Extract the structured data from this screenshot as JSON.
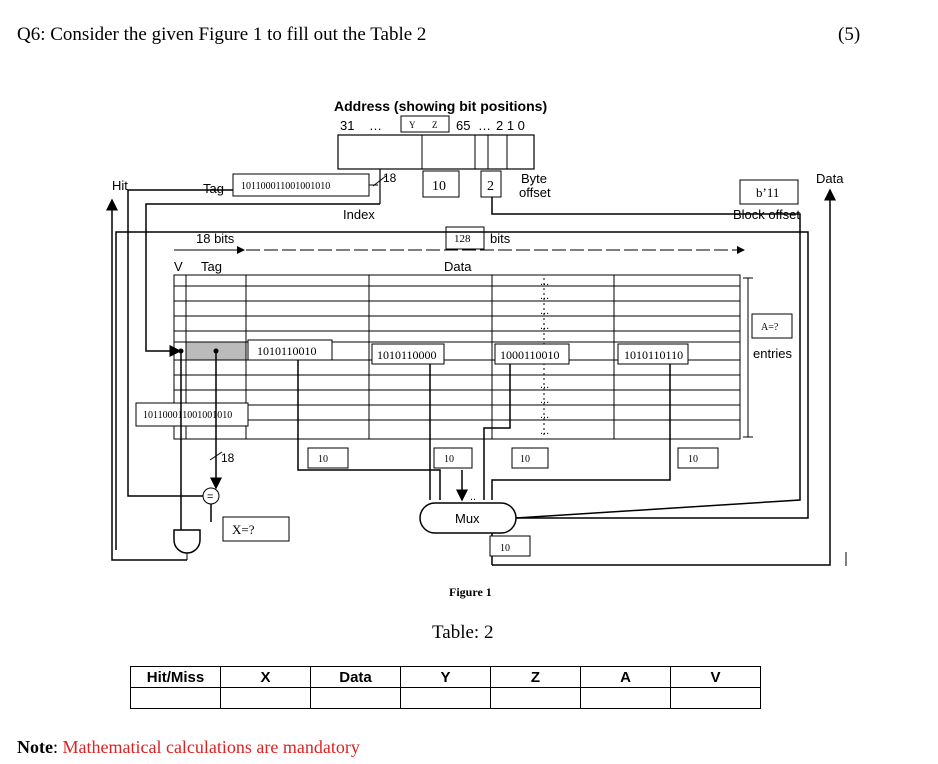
{
  "question": {
    "title": "Q6: Consider the given Figure 1 to fill out the Table 2",
    "marks": "(5)"
  },
  "figure": {
    "address_title": "Address (showing bit positions)",
    "bit_31": "31",
    "dots": "…",
    "bit_y": "Y",
    "bit_z": "Z",
    "bits_mid": "65",
    "bits_low": "2 1 0",
    "hit": "Hit",
    "tag_label": "Tag",
    "tag_value": "101100011001001010",
    "tag_width": "18",
    "index_value": "10",
    "offset_width": "2",
    "byte_offset": "Byte offset",
    "index_label": "Index",
    "data_out": "Data",
    "block_offset_value": "b’11",
    "block_offset_label": "Block offset",
    "bits_18": "18 bits",
    "data_bits_num": "128",
    "data_bits_unit": "bits",
    "v_label": "V",
    "tag_col": "Tag",
    "data_col": "Data",
    "row_words": [
      "1010110010",
      "1010110000",
      "1000110010",
      "1010110110"
    ],
    "a_label": "A=?",
    "entries": "entries",
    "tag_compare": "101100011001001010",
    "compare_width": "18",
    "word_widths": [
      "10",
      "10",
      "10",
      "10"
    ],
    "eq": "=",
    "x_label": "X=?",
    "mux": "Mux",
    "mux_out": "10",
    "fig_caption": "Figure 1"
  },
  "table": {
    "title": "Table: 2",
    "headers": [
      "Hit/Miss",
      "X",
      "Data",
      "Y",
      "Z",
      "A",
      "V"
    ]
  },
  "note": {
    "label": "Note",
    "text": "Mathematical calculations are mandatory"
  }
}
